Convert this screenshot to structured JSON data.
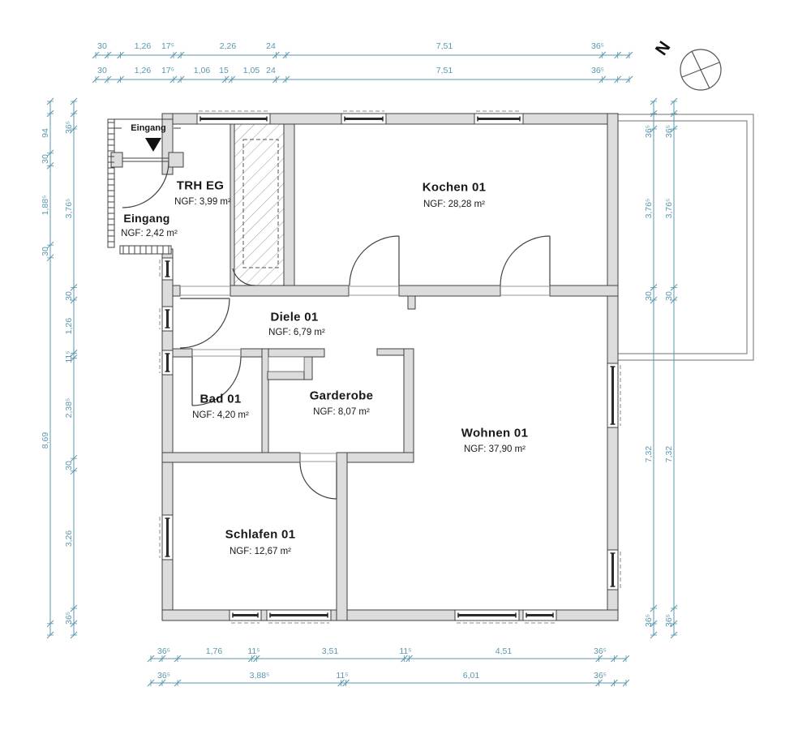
{
  "north_indicator": {
    "label": "N"
  },
  "entrance_marker": {
    "label": "Eingang"
  },
  "rooms": {
    "eingang": {
      "name": "Eingang",
      "area": "NGF: 2,42 m²"
    },
    "trh": {
      "name": "TRH EG",
      "area": "NGF: 3,99 m²"
    },
    "kochen": {
      "name": "Kochen 01",
      "area": "NGF: 28,28 m²"
    },
    "diele": {
      "name": "Diele 01",
      "area": "NGF: 6,79 m²"
    },
    "bad": {
      "name": "Bad 01",
      "area": "NGF: 4,20 m²"
    },
    "garderobe": {
      "name": "Garderobe",
      "area": "NGF: 8,07 m²"
    },
    "wohnen": {
      "name": "Wohnen 01",
      "area": "NGF: 37,90 m²"
    },
    "schlafen": {
      "name": "Schlafen 01",
      "area": "NGF: 12,67 m²"
    }
  },
  "dimensions": {
    "top_row1": [
      "30",
      "1,26",
      "17⁵",
      "2,26",
      "24",
      "7,51",
      "36⁵"
    ],
    "top_row2": [
      "30",
      "1,26",
      "17⁵",
      "1,06",
      "15",
      "1,05",
      "24",
      "7,51",
      "36⁵"
    ],
    "left_outer": [
      "94",
      "30",
      "1,88⁵",
      "30",
      "8,69"
    ],
    "left_inner": [
      "36⁵",
      "3,76⁵",
      "30",
      "1,26",
      "11⁵",
      "2,38⁵",
      "30",
      "3,26",
      "36⁵"
    ],
    "right_outer": [
      "36⁵",
      "3,76⁵",
      "30",
      "7,32",
      "36⁵"
    ],
    "right_inner": [
      "36⁵",
      "3,76⁵",
      "30",
      "7,32",
      "36⁵"
    ],
    "bottom_row1": [
      "36⁵",
      "1,76",
      "11⁵",
      "3,51",
      "11⁵",
      "4,51",
      "36⁵"
    ],
    "bottom_row2": [
      "36⁵",
      "3,88⁵",
      "11⁵",
      "6,01",
      "36⁵"
    ]
  },
  "colors": {
    "dimension": "#5b97ac",
    "wall_fill": "#dcdcdc",
    "wall_stroke": "#404040",
    "label_text": "#181818"
  }
}
